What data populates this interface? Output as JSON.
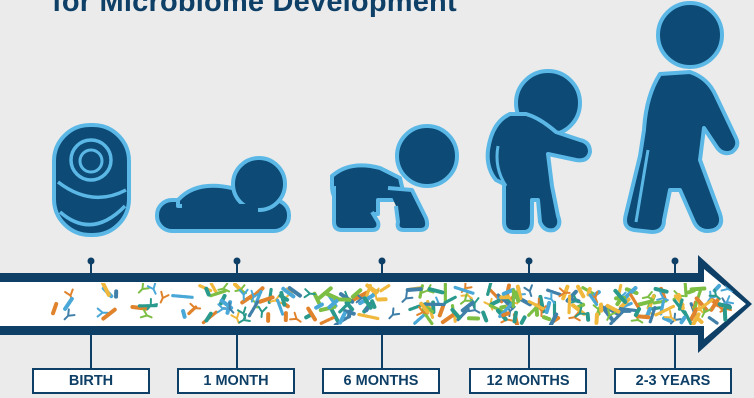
{
  "title": "for Microbiome Development",
  "colors": {
    "background": "#ebebeb",
    "figure_fill": "#0d4a75",
    "figure_outline": "#5bb8e6",
    "timeline_band": "#0e3f66",
    "timeline_fill": "#ffffff",
    "label_border": "#0e3f66",
    "label_text": "#0e3f66",
    "microbe_colors": [
      "#2a9a8c",
      "#7dbf45",
      "#e0832c",
      "#4aa8d8",
      "#f0b83c",
      "#3f7fa8"
    ]
  },
  "stages": [
    {
      "label": "BIRTH",
      "figure": "swaddled-infant-icon"
    },
    {
      "label": "1 MONTH",
      "figure": "infant-lying-on-belly-icon"
    },
    {
      "label": "6 MONTHS",
      "figure": "crawling-baby-icon"
    },
    {
      "label": "12 MONTHS",
      "figure": "toddler-icon"
    },
    {
      "label": "2-3 YEARS",
      "figure": "walking-child-icon"
    }
  ]
}
